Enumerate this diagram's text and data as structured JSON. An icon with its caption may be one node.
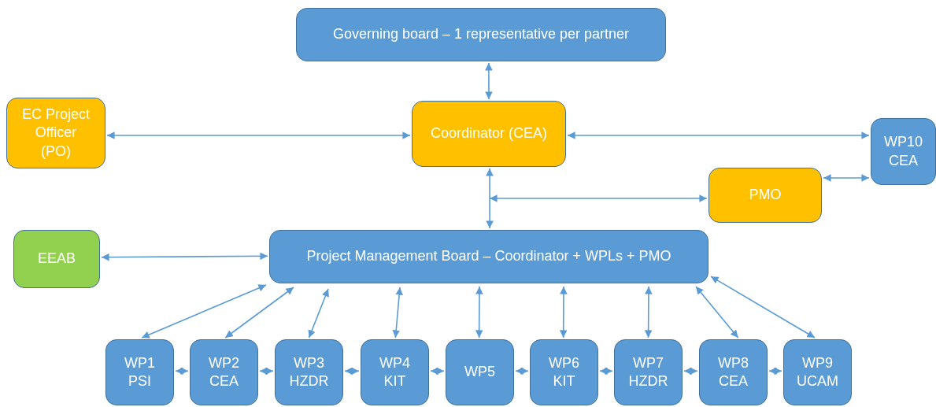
{
  "diagram": {
    "nodes": [
      {
        "text": [
          "Governing board – 1 representative per partner"
        ]
      },
      {
        "text": [
          "EC Project Officer (PO)"
        ]
      },
      {
        "text": [
          "Coordinator (CEA)"
        ]
      },
      {
        "text": [
          "WP10 CEA"
        ]
      },
      {
        "text": [
          "PMO"
        ]
      },
      {
        "text": [
          "EEAB"
        ]
      },
      {
        "text": [
          "Project Management Board – Coordinator + WPLs + PMO"
        ]
      },
      {
        "text": [
          "WP1 PSI"
        ]
      },
      {
        "text": [
          "WP2 CEA"
        ]
      },
      {
        "text": [
          "WP3 HZDR"
        ]
      },
      {
        "text": [
          "WP4 KIT"
        ]
      },
      {
        "text": [
          "WP5"
        ]
      },
      {
        "text": [
          "WP6 KIT"
        ]
      },
      {
        "text": [
          "WP7 HZDR"
        ]
      },
      {
        "text": [
          "WP8 CEA"
        ]
      },
      {
        "text": [
          "WP9 UCAM"
        ]
      }
    ],
    "edges": [
      {
        "from": 0,
        "to": 2,
        "arrow": "both"
      },
      {
        "from": 1,
        "to": 2,
        "arrow": "both"
      },
      {
        "from": 2,
        "to": 3,
        "arrow": "both"
      },
      {
        "from": 2,
        "to": 6,
        "arrow": "both"
      },
      {
        "from": null,
        "to": 4,
        "arrow": "both"
      },
      {
        "from": 4,
        "to": 3,
        "arrow": "both"
      },
      {
        "from": 5,
        "to": 6,
        "arrow": "both"
      },
      {
        "from": 6,
        "to": 7,
        "arrow": "both"
      },
      {
        "from": 6,
        "to": 8,
        "arrow": "both"
      },
      {
        "from": 6,
        "to": 9,
        "arrow": "both"
      },
      {
        "from": 6,
        "to": 10,
        "arrow": "both"
      },
      {
        "from": 6,
        "to": 11,
        "arrow": "both"
      },
      {
        "from": 6,
        "to": 12,
        "arrow": "both"
      },
      {
        "from": 6,
        "to": 13,
        "arrow": "both"
      },
      {
        "from": 6,
        "to": 14,
        "arrow": "both"
      },
      {
        "from": 6,
        "to": 15,
        "arrow": "both"
      },
      {
        "from": 7,
        "to": 8,
        "arrow": "both"
      },
      {
        "from": 8,
        "to": 9,
        "arrow": "both"
      },
      {
        "from": 9,
        "to": 10,
        "arrow": "both"
      },
      {
        "from": 10,
        "to": 11,
        "arrow": "both"
      },
      {
        "from": 11,
        "to": 12,
        "arrow": "both"
      },
      {
        "from": 12,
        "to": 13,
        "arrow": "both"
      },
      {
        "from": 13,
        "to": 14,
        "arrow": "both"
      },
      {
        "from": 14,
        "to": 15,
        "arrow": "both"
      }
    ]
  }
}
